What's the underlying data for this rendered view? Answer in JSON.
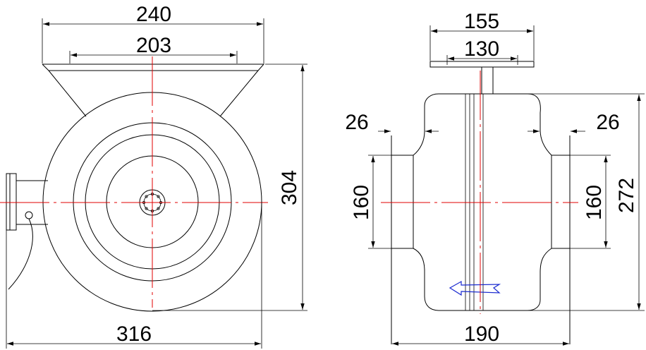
{
  "drawing": {
    "front_view": {
      "dim_top_outer": "240",
      "dim_top_inner": "203",
      "dim_height": "304",
      "dim_width": "316"
    },
    "side_view": {
      "dim_top_outer": "155",
      "dim_top_inner": "130",
      "dim_left_flange": "26",
      "dim_right_flange": "26",
      "dim_left_opening": "160",
      "dim_right_opening": "160",
      "dim_height": "272",
      "dim_width": "190"
    },
    "colors": {
      "centerline": "#e00000",
      "flow_arrow": "#1a2ad0",
      "lines": "#000000"
    },
    "icons": [
      "flow-direction-arrow-icon"
    ]
  }
}
